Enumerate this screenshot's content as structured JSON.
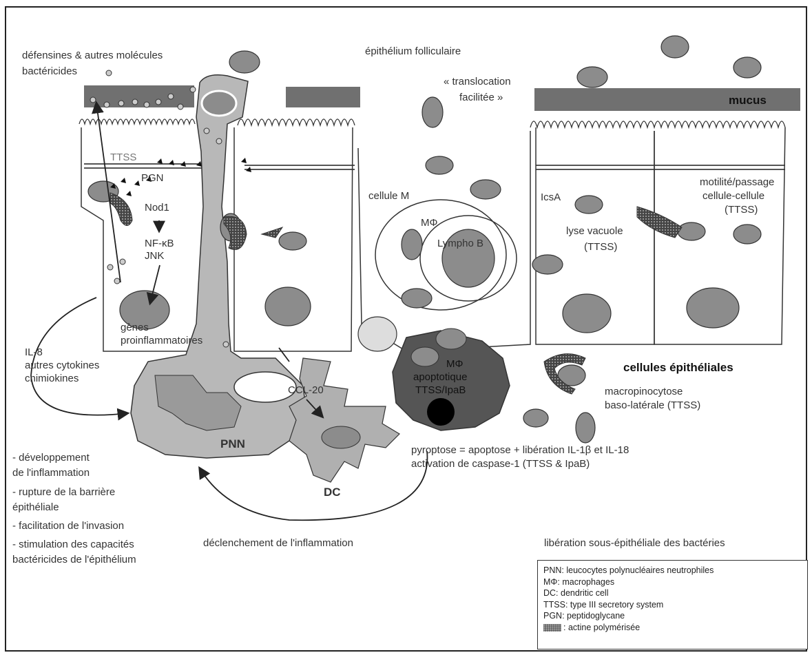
{
  "labels": {
    "defensines": "défensines & autres molécules",
    "bactericides": "bactéricides",
    "epithelium_folliculaire": "épithélium folliculaire",
    "translocation_1": "« translocation",
    "translocation_2": "facilitée »",
    "mucus": "mucus",
    "ttss": "TTSS",
    "pgn": "PGN",
    "nod1": "Nod1",
    "nfkb": "NF-κB",
    "jnk": "JNK",
    "cellule_m": "cellule M",
    "mphi": "MΦ",
    "lympho_b": "Lympho B",
    "icsa": "IcsA",
    "lyse_1": "lyse vacuole",
    "lyse_2": "(TTSS)",
    "motilite_1": "motilité/passage",
    "motilite_2": "cellule-cellule",
    "motilite_3": "(TTSS)",
    "genes_1": "gènes",
    "genes_2": "proinflammatoires",
    "il8_1": "IL-8",
    "il8_2": "autres cytokines",
    "il8_3": "chimiokines",
    "ccl20": "CCL-20",
    "pnn": "PNN",
    "dc": "DC",
    "mphi_apo_1": "MΦ",
    "mphi_apo_2": "apoptotique",
    "mphi_apo_3": "TTSS/IpaB",
    "cellules_epitheliales": "cellules épithéliales",
    "macropino_1": "macropinocytose",
    "macropino_2": "baso-latérale (TTSS)",
    "pyroptose_1": "pyroptose = apoptose + libération IL-1β et IL-18",
    "pyroptose_2": "activation de caspase-1 (TTSS & IpaB)",
    "consequences": [
      "- développement",
      "de l'inflammation",
      "- rupture de la barrière",
      "épithéliale",
      "- facilitation de l'invasion",
      "- stimulation des capacités",
      "bactéricides de l'épithélium"
    ],
    "declenchement": "déclenchement de l'inflammation",
    "liberation": "libération sous-épithéliale des bactéries"
  },
  "legend": {
    "pnn": "PNN: leucocytes polynucléaires neutrophiles",
    "mphi": "MΦ: macrophages",
    "dc": "DC: dendritic cell",
    "ttss": "TTSS: type III secretory system",
    "pgn": "PGN: peptidoglycane",
    "actine": ": actine polymérisée"
  },
  "colors": {
    "mucus": "#707070",
    "cell_fill": "#8c8c8c",
    "pnn_fill": "#b8b8b8",
    "outline": "#333333"
  }
}
